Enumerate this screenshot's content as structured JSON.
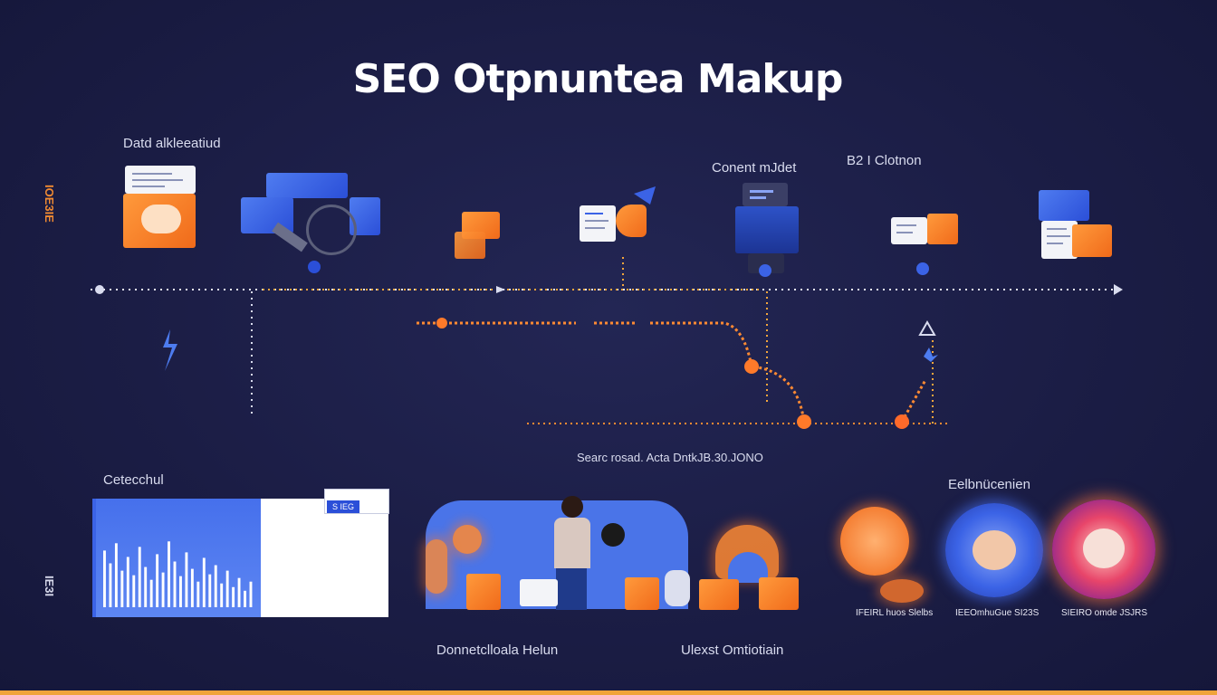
{
  "title": "SEO Otpnuntea Makup",
  "labels": {
    "top_left": "Datd alkleeatiud",
    "content": "Conent mJdet",
    "b2": "B2 I Clotnon",
    "search": "Searc rosad. Acta  DntkJB.30.JONO",
    "chart": "Cetecchul",
    "experience": "Eelbnücenien",
    "bottom_left": "Donnetclloala Helun",
    "bottom_mid": "Ulexst Omtiotiain"
  },
  "vertical_labels": {
    "left_top": "IOE3IE",
    "left_bottom": "IE3I"
  },
  "mini_tag": "S IEG",
  "captions": [
    "IFEIRL huos Slelbs",
    "IEEOmhuGue SI23S",
    "SIEIRO omde JSJRS"
  ],
  "colors": {
    "background": "#1b1d45",
    "accent_orange": "#f5892c",
    "accent_blue": "#3b63e6",
    "timeline_dot": "#e8e8f5",
    "path_orange": "#ff8a33"
  },
  "chart_data": {
    "type": "bar",
    "values": [
      62,
      48,
      70,
      40,
      55,
      35,
      66,
      44,
      30,
      58,
      38,
      72,
      50,
      34,
      60,
      42,
      28,
      54,
      36,
      46,
      26,
      40,
      22,
      32,
      18,
      28
    ]
  }
}
